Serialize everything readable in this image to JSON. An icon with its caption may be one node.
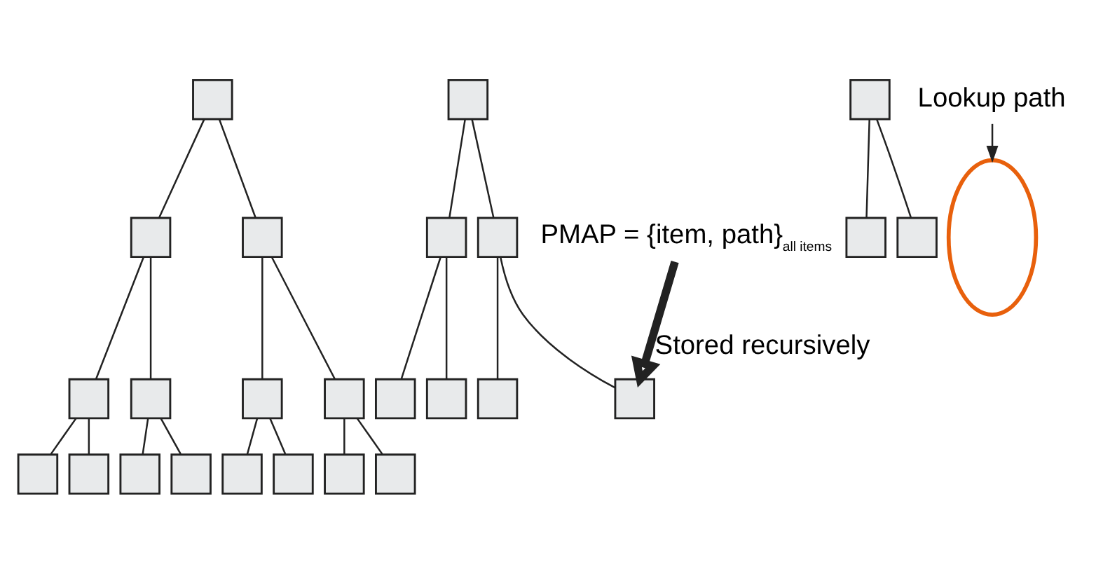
{
  "diagram": {
    "nodes": [
      {
        "text": [],
        "shape": "box"
      },
      {
        "text": [],
        "shape": "box"
      },
      {
        "text": [],
        "shape": "box"
      },
      {
        "text": [],
        "shape": "box"
      },
      {
        "text": [],
        "shape": "box"
      },
      {
        "text": [],
        "shape": "box"
      },
      {
        "text": [],
        "shape": "box"
      },
      {
        "text": [],
        "shape": "box"
      },
      {
        "text": [],
        "shape": "box"
      },
      {
        "text": [],
        "shape": "box"
      },
      {
        "text": [],
        "shape": "box"
      },
      {
        "text": [],
        "shape": "box"
      },
      {
        "text": [],
        "shape": "box"
      },
      {
        "text": [],
        "shape": "box"
      },
      {
        "text": [],
        "shape": "box"
      },
      {
        "text": [],
        "shape": "box"
      },
      {
        "text": [],
        "shape": "box"
      },
      {
        "text": [],
        "shape": "box"
      },
      {
        "text": [],
        "shape": "box"
      },
      {
        "text": [],
        "shape": "box"
      },
      {
        "text": [],
        "shape": "box"
      },
      {
        "text": [],
        "shape": "box"
      },
      {
        "text": [],
        "shape": "box"
      },
      {
        "text": [],
        "shape": "box"
      },
      {
        "text": [],
        "shape": "box"
      },
      {
        "text": [],
        "shape": "loop"
      },
      {
        "text": [
          "Lookup path"
        ]
      },
      {
        "text": [
          "PMAP = {item, path}$_{all items}$"
        ]
      }
    ],
    "edges": [
      {
        "from": 0,
        "to": 1,
        "arrow": "none"
      },
      {
        "from": 0,
        "to": 2,
        "arrow": "none"
      },
      {
        "from": 1,
        "to": 3,
        "arrow": "none"
      },
      {
        "from": 1,
        "to": 4,
        "arrow": "none"
      },
      {
        "from": 2,
        "to": 5,
        "arrow": "none"
      },
      {
        "from": 2,
        "to": 6,
        "arrow": "none"
      },
      {
        "from": 3,
        "to": 7,
        "arrow": "none"
      },
      {
        "from": 3,
        "to": 8,
        "arrow": "none"
      },
      {
        "from": 4,
        "to": 9,
        "arrow": "none"
      },
      {
        "from": 4,
        "to": 10,
        "arrow": "none"
      },
      {
        "from": 5,
        "to": 11,
        "arrow": "none"
      },
      {
        "from": 5,
        "to": 12,
        "arrow": "none"
      },
      {
        "from": 6,
        "to": 13,
        "arrow": "none"
      },
      {
        "from": 6,
        "to": 14,
        "arrow": "none"
      },
      {
        "from": 15,
        "to": 16,
        "arrow": "none"
      },
      {
        "from": 15,
        "to": 17,
        "arrow": "none"
      },
      {
        "from": 16,
        "to": 18,
        "arrow": "none"
      },
      {
        "from": 16,
        "to": 19,
        "arrow": "none"
      },
      {
        "from": 17,
        "to": 20,
        "arrow": "none"
      },
      {
        "from": 17,
        "to": 21,
        "arrow": "none"
      },
      {
        "from": 22,
        "to": 23,
        "arrow": "none"
      },
      {
        "from": 22,
        "to": 24,
        "arrow": "none"
      },
      {
        "from": 26,
        "to": 25,
        "arrow": "to"
      },
      {
        "from": 27,
        "to": 21,
        "arrow": "to",
        "label": "Stored recursively",
        "style": "thick"
      }
    ]
  }
}
